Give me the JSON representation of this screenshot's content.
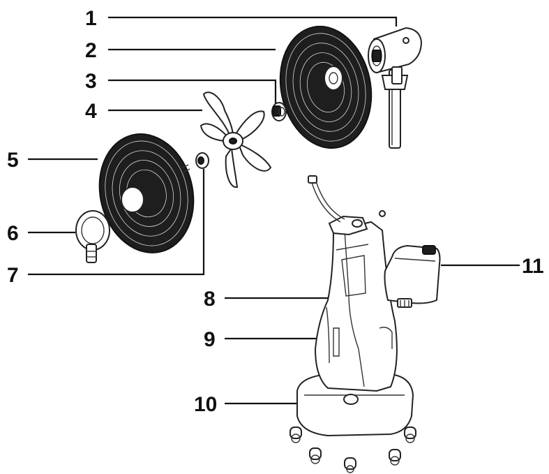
{
  "callouts": [
    {
      "number": "1",
      "part": "motor-head"
    },
    {
      "number": "2",
      "part": "rear-guard"
    },
    {
      "number": "3",
      "part": "rear-guard-nut"
    },
    {
      "number": "4",
      "part": "fan-blade"
    },
    {
      "number": "5",
      "part": "front-guard"
    },
    {
      "number": "6",
      "part": "guard-clip"
    },
    {
      "number": "7",
      "part": "spinner"
    },
    {
      "number": "8",
      "part": "body-upper"
    },
    {
      "number": "9",
      "part": "body-lower"
    },
    {
      "number": "10",
      "part": "base"
    },
    {
      "number": "11",
      "part": "water-tank"
    }
  ],
  "colors": {
    "line": "#111111",
    "guard": "#1e1e1e",
    "background": "#ffffff"
  }
}
